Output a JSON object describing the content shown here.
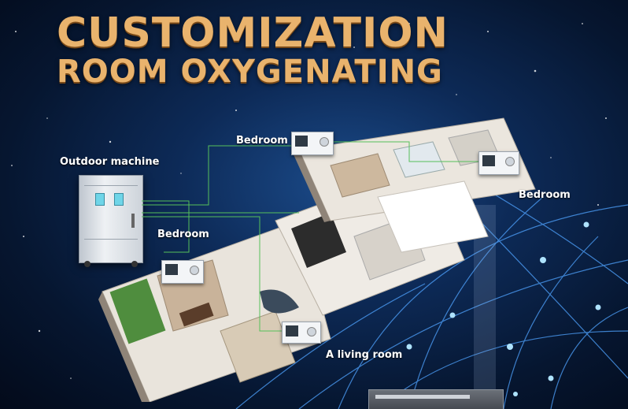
{
  "title": {
    "line1": "CUSTOMIZATION",
    "line2": "ROOM OXYGENATING"
  },
  "labels": {
    "outdoor_machine": "Outdoor machine",
    "bedroom_top": "Bedroom",
    "bedroom_right": "Bedroom",
    "bedroom_left": "Bedroom",
    "living_room": "A living room"
  },
  "colors": {
    "title": "#e9b36d",
    "background": "#0d2a57",
    "network_lines": "#4fa3ff",
    "node_glow": "#aee3ff"
  },
  "icons": [
    "outdoor-machine-unit",
    "oxygen-controller-device",
    "floor-plan",
    "network-nodes"
  ]
}
